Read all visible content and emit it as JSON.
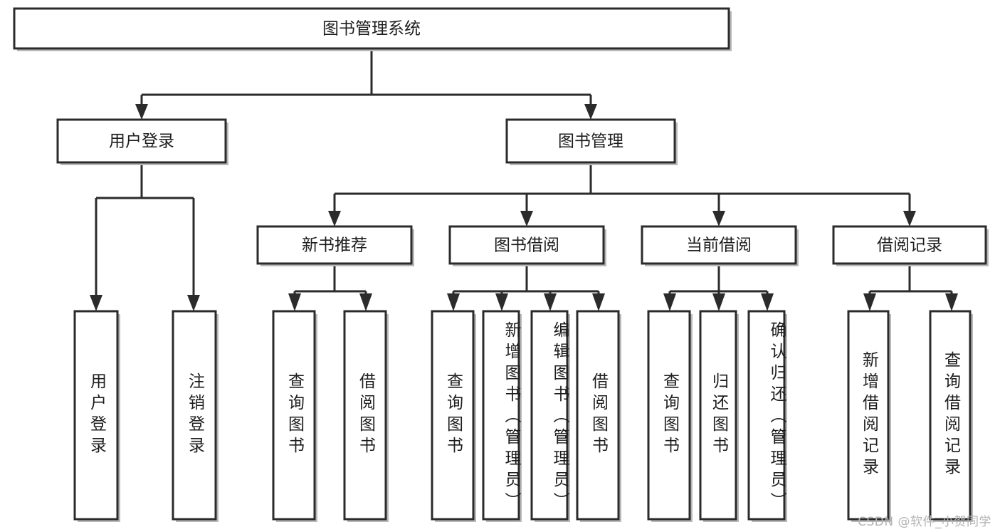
{
  "diagram": {
    "title": "图书管理系统",
    "type": "tree-hierarchy-diagram",
    "watermark": "CSDN @软件_小贺同学",
    "colors": {
      "stroke": "#2b2b2b",
      "fill": "#ffffff",
      "text": "#1d1d1d",
      "watermark": "#b3b3b3"
    },
    "root": {
      "label": "图书管理系统"
    },
    "level2": [
      {
        "id": "user-login",
        "label": "用户登录"
      },
      {
        "id": "book-management",
        "label": "图书管理"
      }
    ],
    "level3": [
      {
        "id": "new-book-recommend",
        "label": "新书推荐",
        "parent": "book-management"
      },
      {
        "id": "book-borrow",
        "label": "图书借阅",
        "parent": "book-management"
      },
      {
        "id": "current-borrow",
        "label": "当前借阅",
        "parent": "book-management"
      },
      {
        "id": "borrow-record",
        "label": "借阅记录",
        "parent": "book-management"
      }
    ],
    "leaves": [
      {
        "id": "leaf-user-login",
        "label": "用户登录",
        "parent": "user-login"
      },
      {
        "id": "leaf-logout-login",
        "label": "注销登录",
        "parent": "user-login"
      },
      {
        "id": "leaf-query-book-1",
        "label": "查询图书",
        "parent": "new-book-recommend"
      },
      {
        "id": "leaf-borrow-book-1",
        "label": "借阅图书",
        "parent": "new-book-recommend"
      },
      {
        "id": "leaf-query-book-2",
        "label": "查询图书",
        "parent": "book-borrow"
      },
      {
        "id": "leaf-add-book",
        "label": "新增图书（管理员）",
        "parent": "book-borrow"
      },
      {
        "id": "leaf-edit-book",
        "label": "编辑图书（管理员）",
        "parent": "book-borrow"
      },
      {
        "id": "leaf-borrow-book-2",
        "label": "借阅图书",
        "parent": "book-borrow"
      },
      {
        "id": "leaf-query-book-3",
        "label": "查询图书",
        "parent": "current-borrow"
      },
      {
        "id": "leaf-return-book",
        "label": "归还图书",
        "parent": "current-borrow"
      },
      {
        "id": "leaf-confirm-return",
        "label": "确认归还（管理员）",
        "parent": "current-borrow"
      },
      {
        "id": "leaf-add-record",
        "label": "新增借阅记录",
        "parent": "borrow-record"
      },
      {
        "id": "leaf-query-record",
        "label": "查询借阅记录",
        "parent": "borrow-record"
      }
    ]
  }
}
